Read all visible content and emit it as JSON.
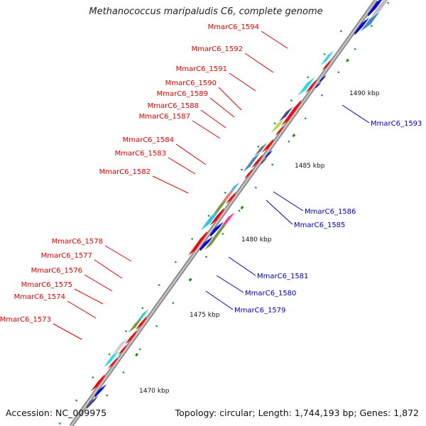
{
  "title": "Methanococcus maripaludis C6, complete genome",
  "footer": {
    "accession": "Accession: NC_009975",
    "info": "Topology: circular; Length: 1,744,193 bp; Genes: 1,872"
  },
  "colors": {
    "axis": "#8f8f8f",
    "forward_label": "#dd0000",
    "reverse_label": "#0000bb",
    "forward_cds": "#ff0000",
    "reverse_cds": "#0000ee",
    "tick": "#1a8a1a"
  },
  "ticks": [
    "1470 kbp",
    "1475 kbp",
    "1480 kbp",
    "1485 kbp",
    "1490 kbp"
  ],
  "genes_forward": [
    "MmarC6_1594",
    "MmarC6_1592",
    "MmarC6_1591",
    "MmarC6_1590",
    "MmarC6_1589",
    "MmarC6_1588",
    "MmarC6_1587",
    "MmarC6_1584",
    "MmarC6_1583",
    "MmarC6_1582",
    "MmarC6_1578",
    "MmarC6_1577",
    "MmarC6_1576",
    "MmarC6_1575",
    "MmarC6_1574",
    "MmarC6_1573"
  ],
  "genes_reverse": [
    "MmarC6_1593",
    "MmarC6_1586",
    "MmarC6_1585",
    "MmarC6_1581",
    "MmarC6_1580",
    "MmarC6_1579"
  ]
}
